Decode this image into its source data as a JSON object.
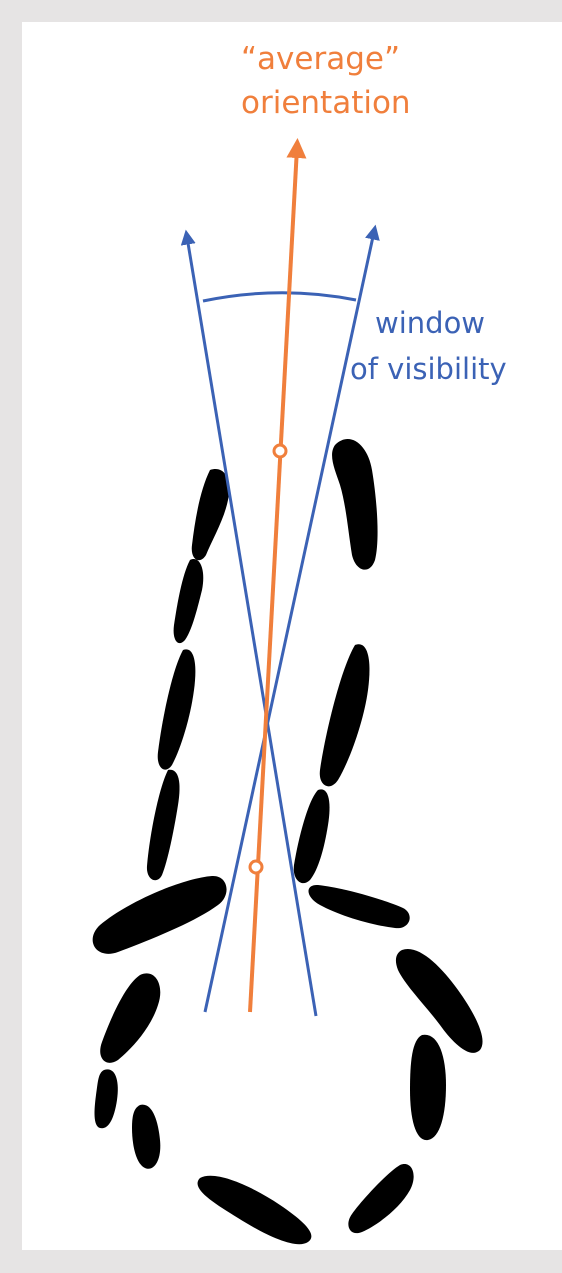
{
  "labels": {
    "average_line1": "“average”",
    "average_line2": "orientation",
    "window_line1": "window",
    "window_line2": "of visibility"
  },
  "colors": {
    "orange": "#f07f3c",
    "blue": "#3b62b5",
    "blob": "#000000",
    "panel": "#ffffff",
    "frame": "#e6e4e4"
  }
}
